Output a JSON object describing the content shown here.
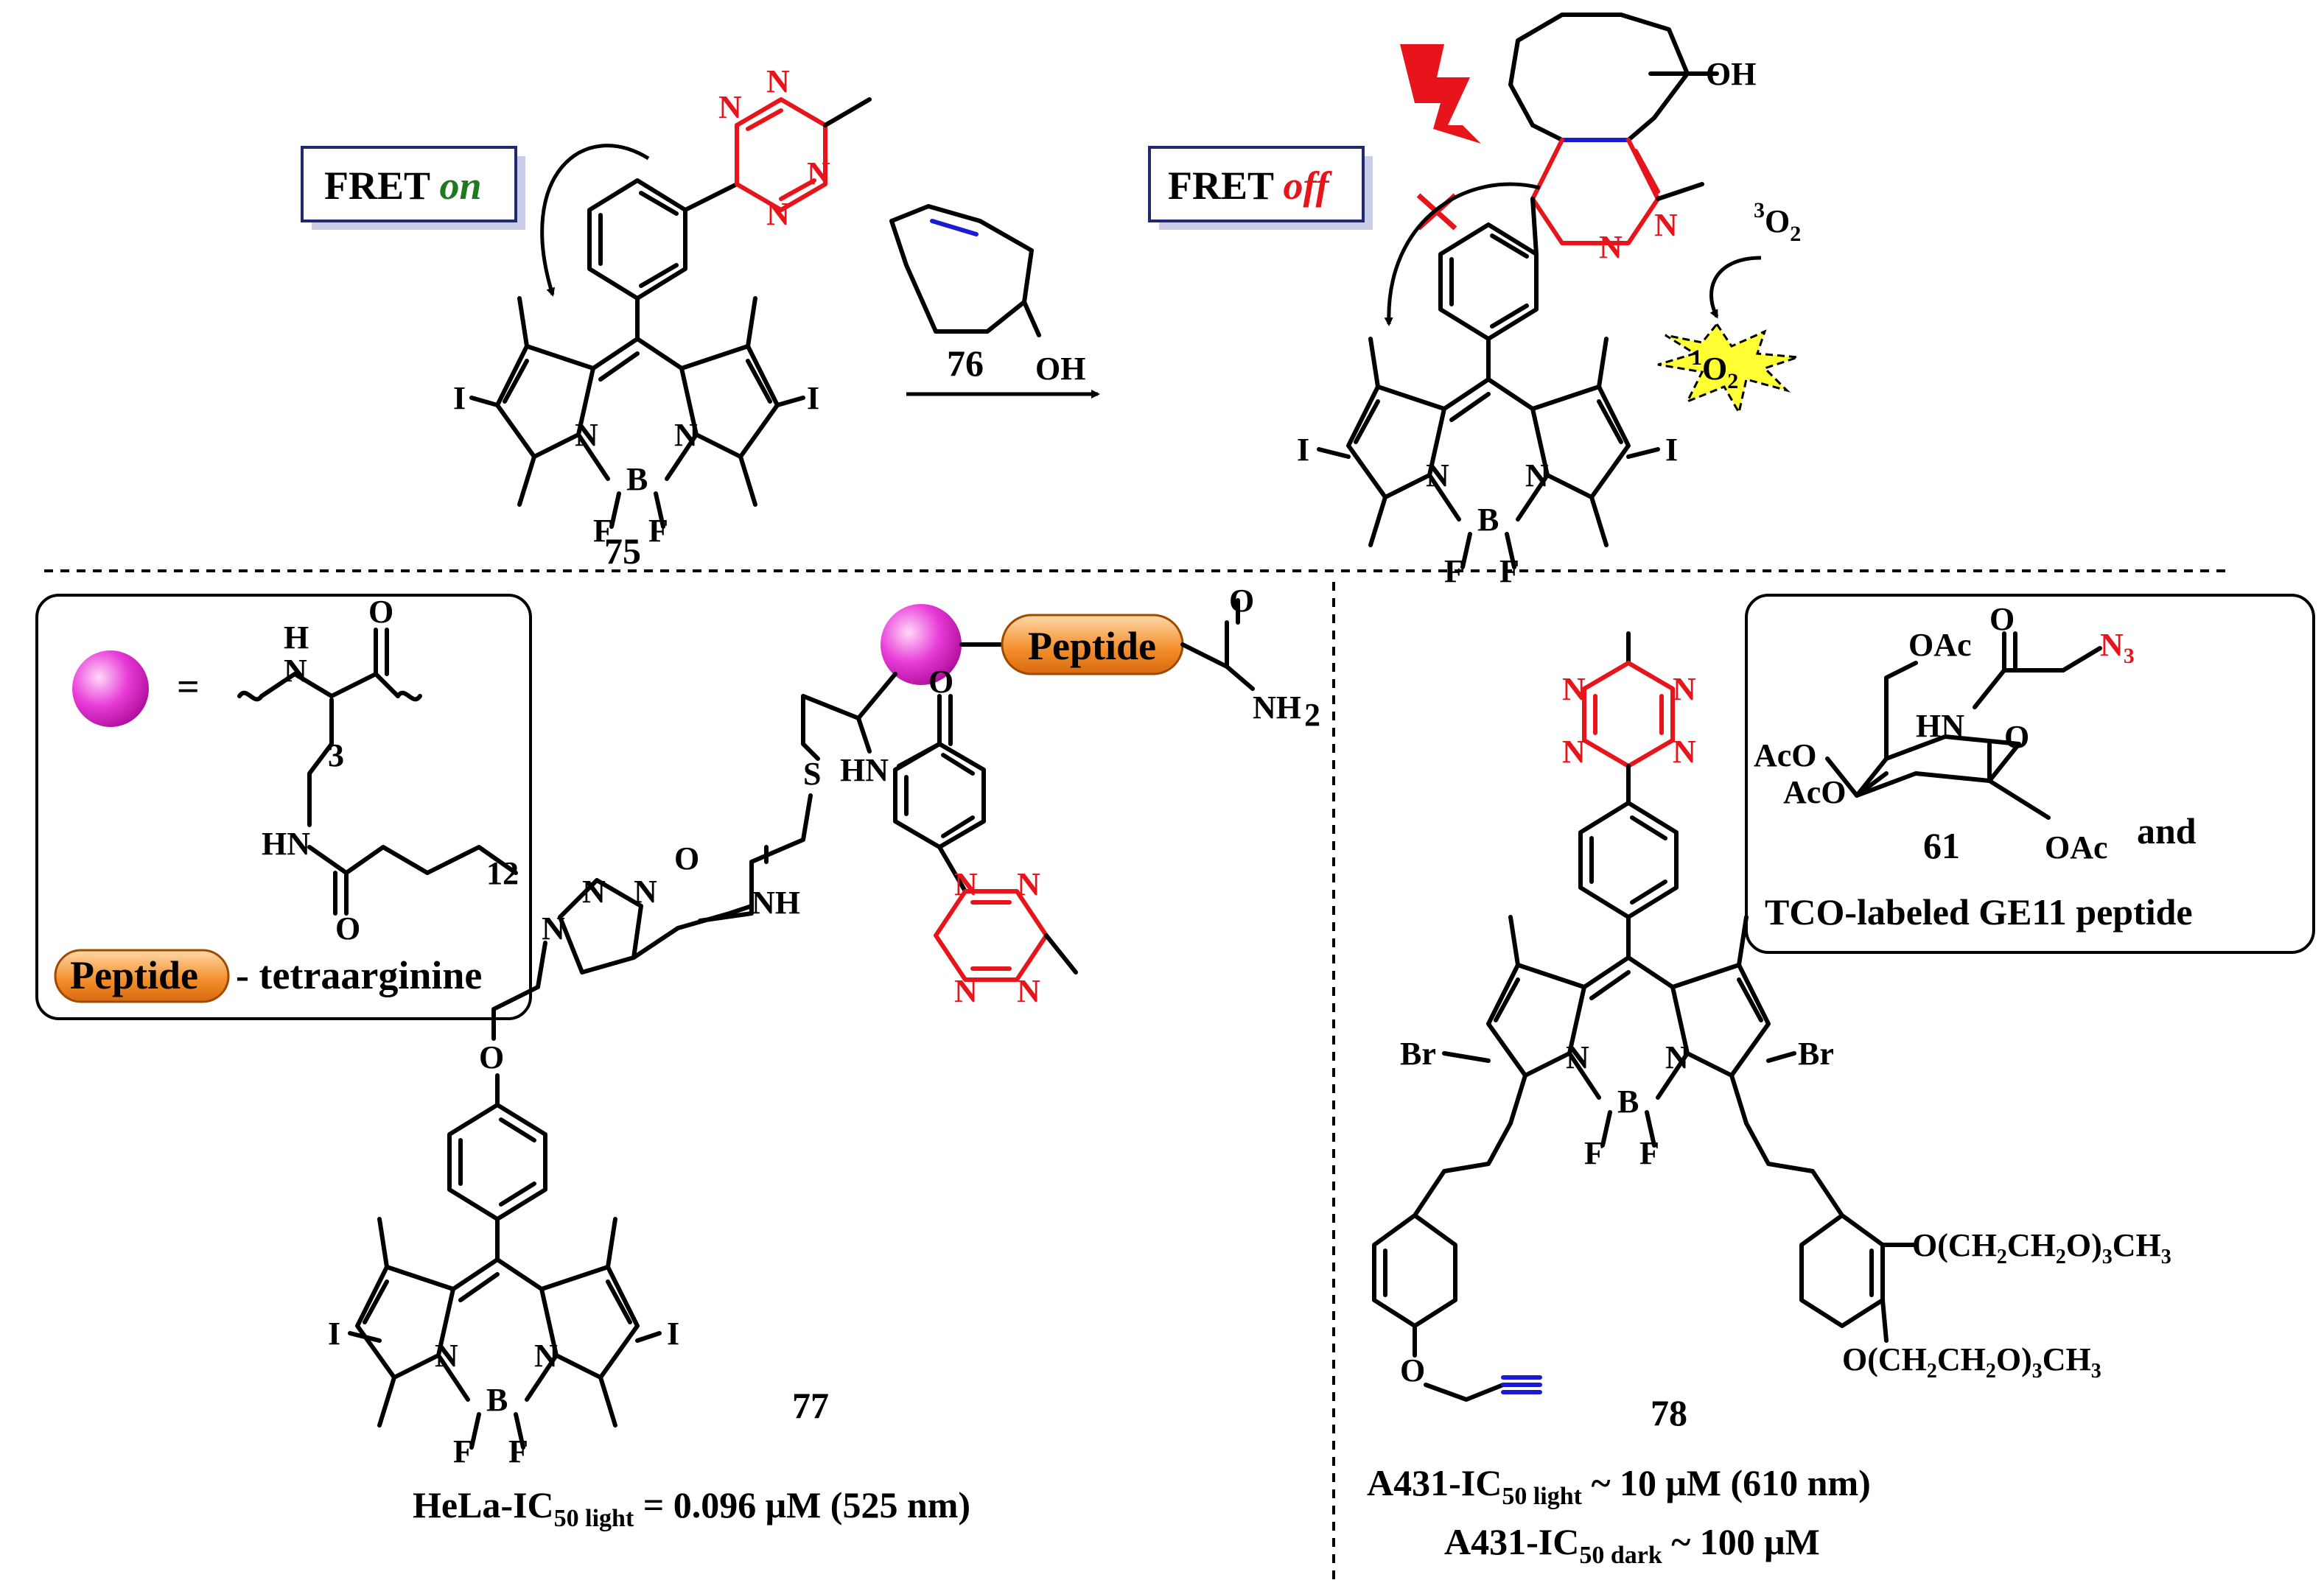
{
  "top_scheme": {
    "fret_on": {
      "text": "FRET ",
      "state": "on"
    },
    "fret_off": {
      "text": "FRET ",
      "state": "off"
    },
    "compound_75": "75",
    "compound_76": "76",
    "oh_label": "OH",
    "triplet_oxygen": {
      "sup": "3",
      "base": "O",
      "sub": "2"
    },
    "singlet_oxygen": {
      "sup": "1",
      "base": "O",
      "sub": "2"
    }
  },
  "bottom_left": {
    "legend_equals": "=",
    "legend_peptide": "Peptide",
    "legend_peptide_desc": "- tetraarginine",
    "subscript_3": "3",
    "subscript_12": "12",
    "compound_77": "77",
    "peptide_label": "Peptide",
    "ic50_line": {
      "prefix": "HeLa-IC",
      "sub": "50 light",
      "suffix": " = 0.096 μM (525 nm)"
    }
  },
  "bottom_right": {
    "inset_compound_61": "61",
    "inset_and": "and",
    "inset_tco": "TCO-labeled GE11 peptide",
    "n3_label": "N",
    "n3_sub": "3",
    "oac_label": "OAc",
    "aco_label": "AcO",
    "hn_label": "HN",
    "compound_78": "78",
    "br_label": "Br",
    "peg_label": {
      "a": "O(CH",
      "b": "2",
      "c": "CH",
      "d": "2",
      "e": "O)",
      "f": "3",
      "g": "CH",
      "h": "3"
    },
    "ic50_light": {
      "prefix": "A431-IC",
      "sub": "50 light",
      "suffix": " ~ 10 μM (610 nm)"
    },
    "ic50_dark": {
      "prefix": "A431-IC",
      "sub": "50 dark",
      "suffix": " ~ 100 μM"
    }
  },
  "colors": {
    "tetrazine": "#e8141b",
    "alkene": "#1a1ad6",
    "fret_on": "#1f7a1f",
    "fret_off": "#e8141b",
    "peptide_fill": "#f28c28",
    "sphere": "#e020c8",
    "singlet_star": "#ffff33"
  }
}
